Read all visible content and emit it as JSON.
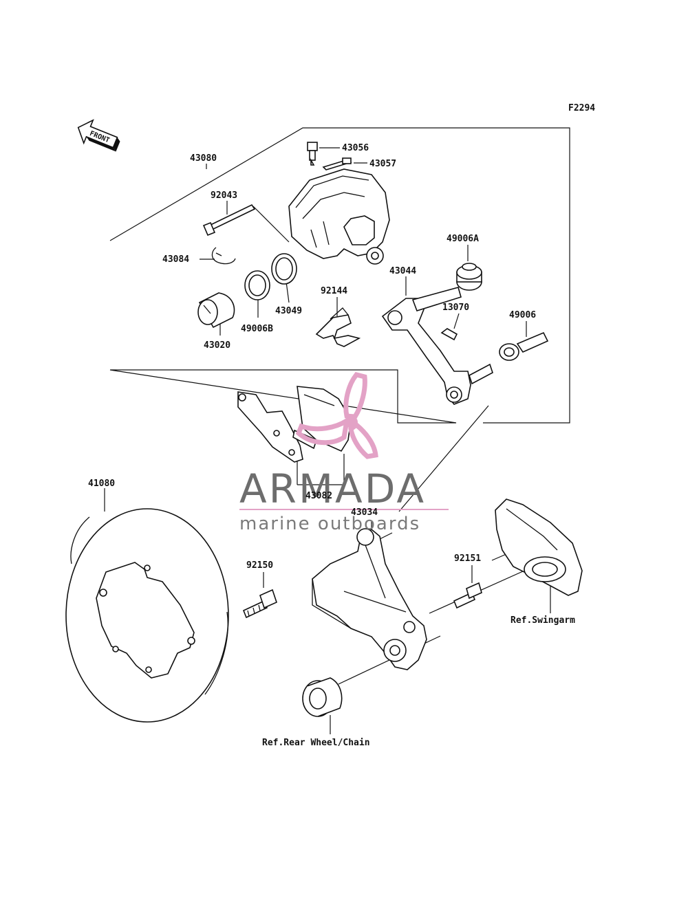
{
  "figure_code": "F2294",
  "front_arrow_text": "FRONT",
  "watermark": {
    "name": "ARMADA",
    "tagline": "marine outboards",
    "name_color": "#6d6d6d",
    "tagline_color": "#7a7a7a",
    "logo_color": "#e3a2c6",
    "rule_color": "#e3a2c6"
  },
  "part_labels": {
    "p43056": "43056",
    "p43057": "43057",
    "p43080": "43080",
    "p92043": "92043",
    "p43084": "43084",
    "p49006A": "49006A",
    "p43044": "43044",
    "p92144": "92144",
    "p43049": "43049",
    "p13070": "13070",
    "p49006": "49006",
    "p43020": "43020",
    "p49006B": "49006B",
    "p41080": "41080",
    "p43082": "43082",
    "p43034": "43034",
    "p92150": "92150",
    "p92151": "92151"
  },
  "references": {
    "swingarm": "Ref.Swingarm",
    "rear_wheel": "Ref.Rear Wheel/Chain"
  }
}
